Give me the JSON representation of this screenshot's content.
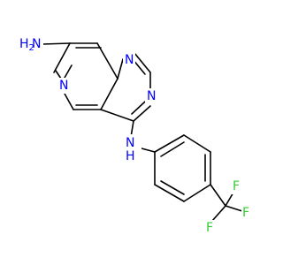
{
  "molecule": {
    "atom_labels": {
      "amine_n": "N",
      "amine_h2": "H2",
      "amine_h2_prefix": "H",
      "amine_h2_sub": "2",
      "n1": "N",
      "n3": "N",
      "n6": "N",
      "nh_n": "N",
      "nh_h": "H",
      "f1": "F",
      "f2": "F",
      "f3": "F"
    },
    "colors": {
      "nitrogen": "#0000ff",
      "fluorine": "#33cc33",
      "bond": "#000000",
      "background": "#ffffff"
    }
  }
}
